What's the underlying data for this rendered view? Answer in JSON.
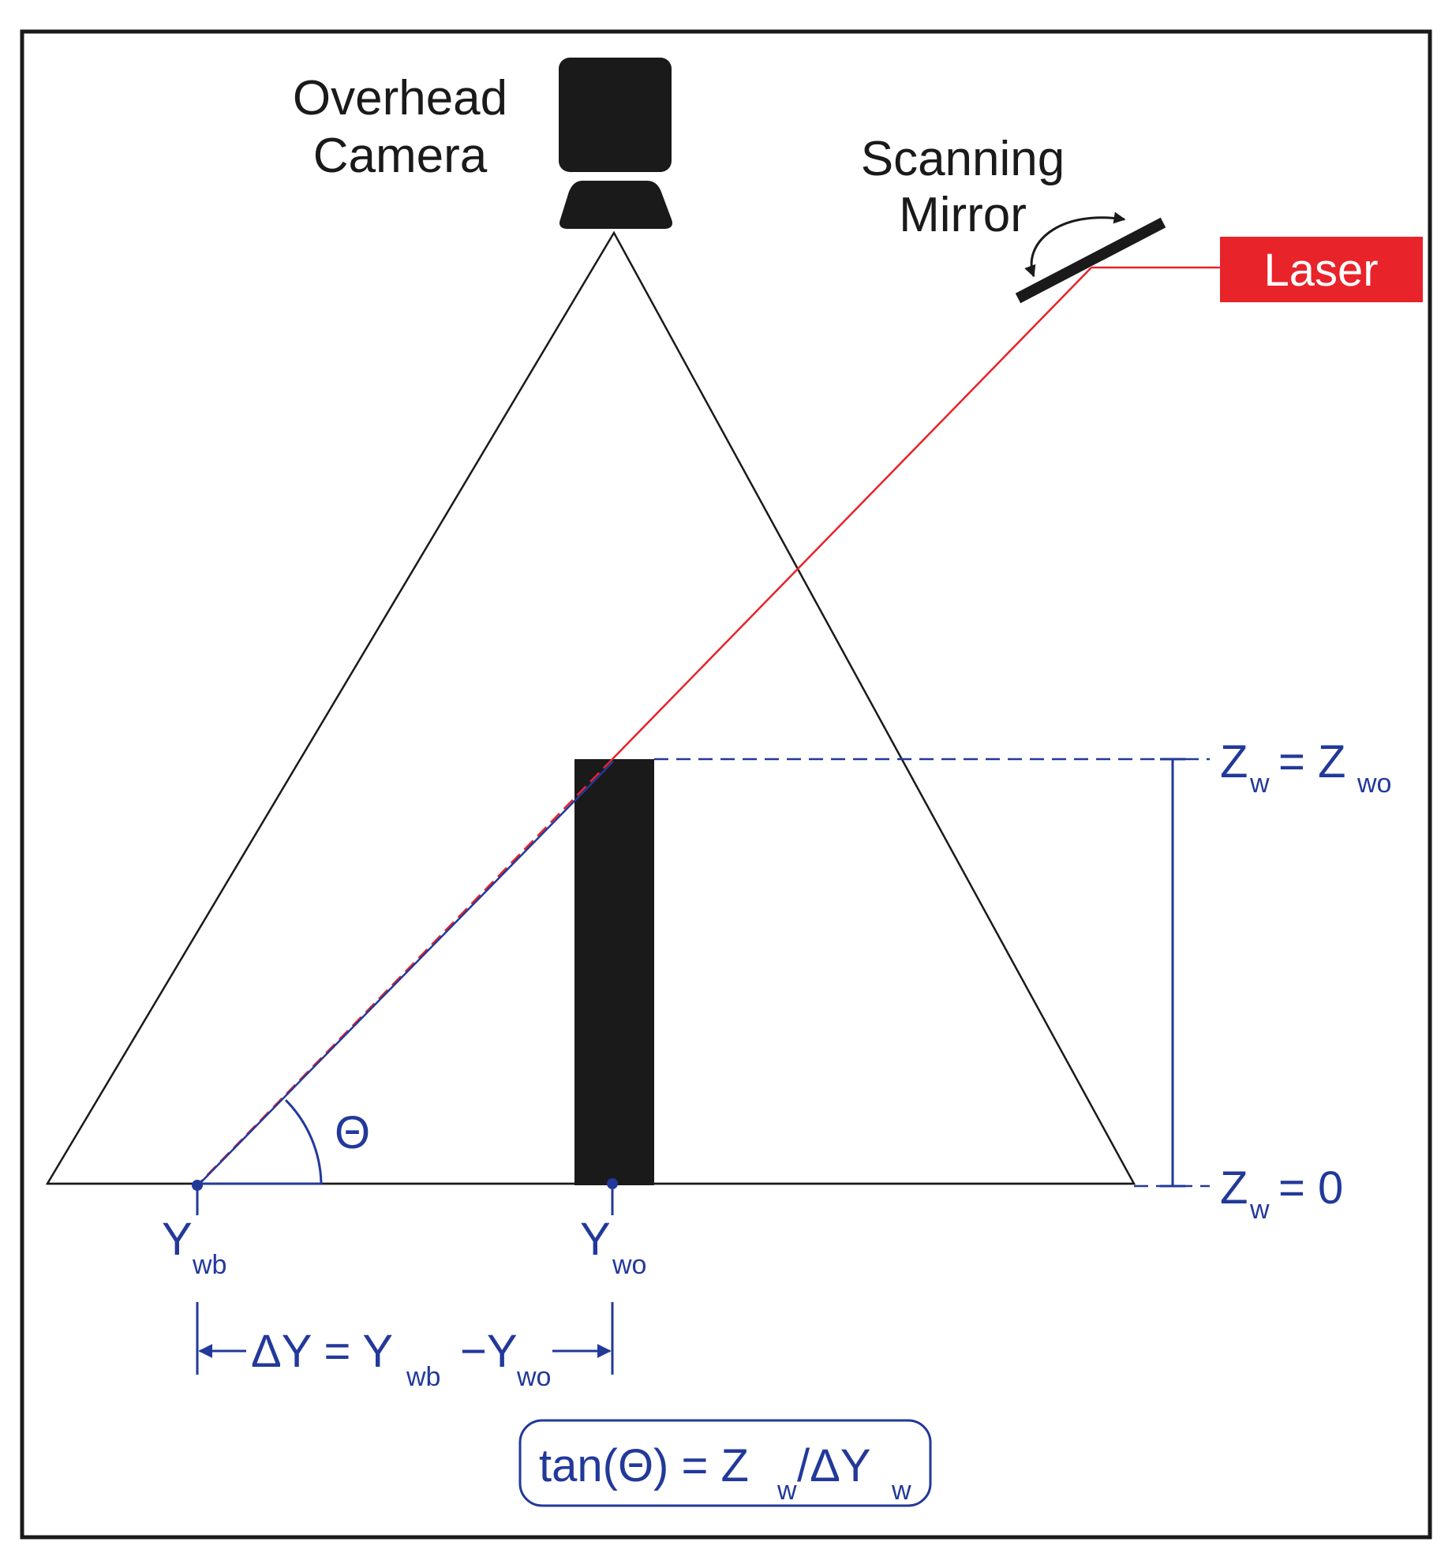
{
  "colors": {
    "outline": "#1a1a1a",
    "laser": "#e8232a",
    "annotation_blue": "#22399a",
    "laser_box": "#e8232a",
    "background": "#ffffff"
  },
  "labels": {
    "camera_line1": "Overhead",
    "camera_line2": "Camera",
    "mirror_line1": "Scanning",
    "mirror_line2": "Mirror",
    "laser": "Laser"
  },
  "annotations": {
    "theta": "Θ",
    "zw_top_main": "Z",
    "zw_top_sub": "w",
    "zw_top_eq": "= Z",
    "zw_top_sub2": "wo",
    "zw_bottom_main": "Z",
    "zw_bottom_sub": "w",
    "zw_bottom_eq": "= 0",
    "ywb_main": "Y",
    "ywb_sub": "wb",
    "ywo_main": "Y",
    "ywo_sub": "wo",
    "delta_main1": "ΔY = Y",
    "delta_sub1": "wb",
    "delta_main2": "−Y",
    "delta_sub2": "wo"
  },
  "formula": {
    "part1": "tan(Θ) = Z",
    "sub1": "w",
    "part2": "/ΔY",
    "sub2": "w"
  },
  "icons": {
    "camera": "camera-icon",
    "mirror": "mirror-icon",
    "arc_arrow": "curved-double-arrow-icon"
  }
}
